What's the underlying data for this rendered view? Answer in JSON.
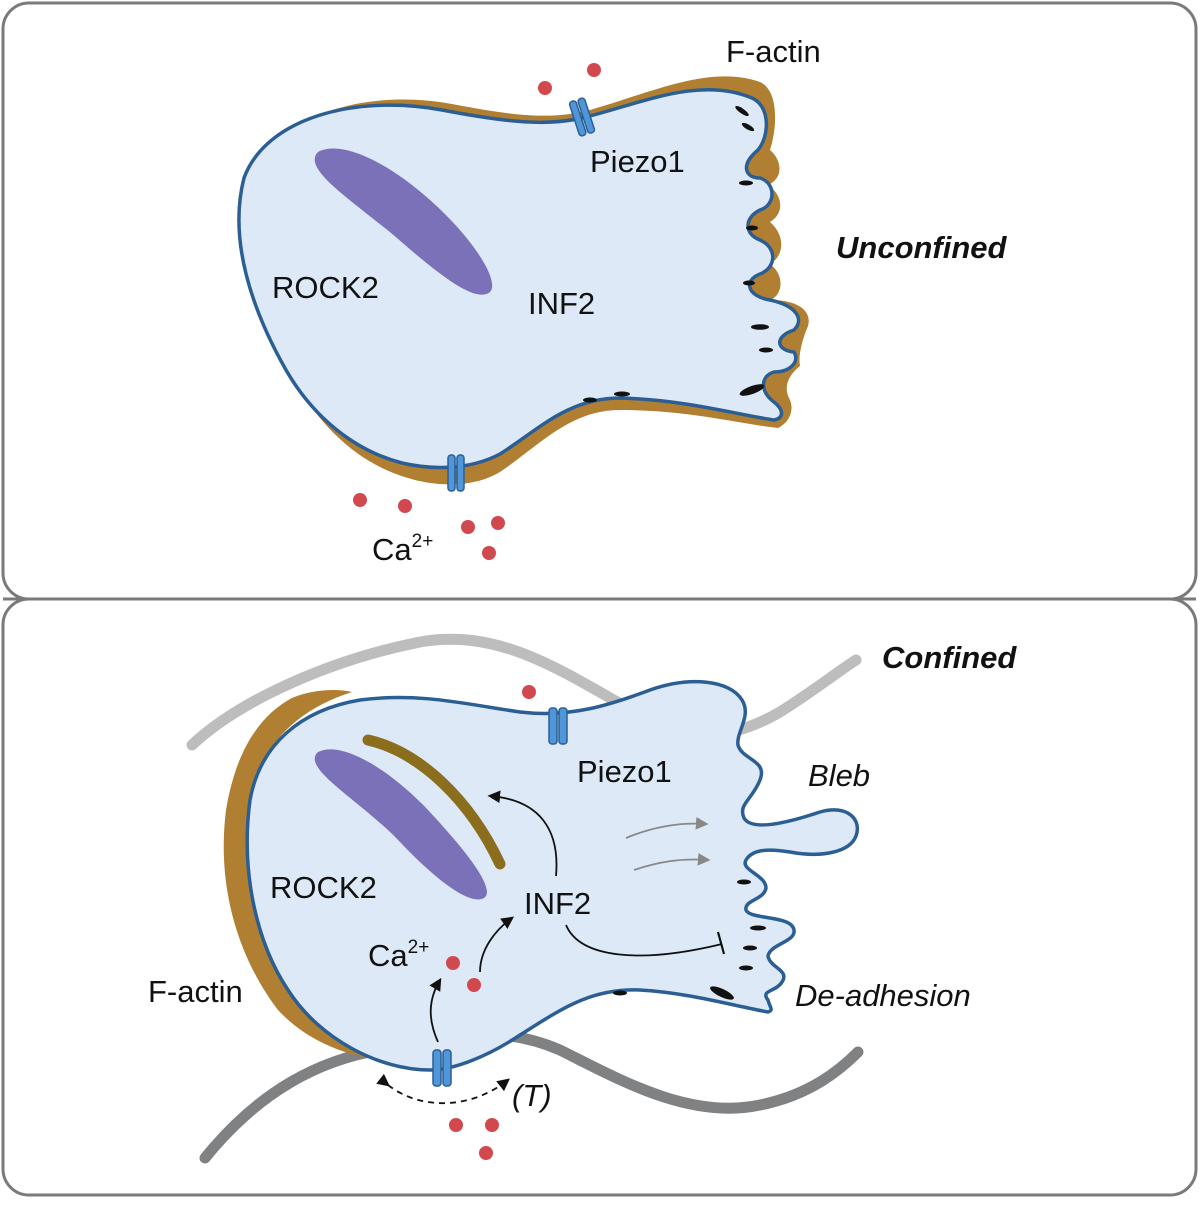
{
  "colors": {
    "cytoplasm": "#dde9f7",
    "membrane": "#2b5f94",
    "actin_cortex": "#b07f31",
    "nucleus": "#7b71b9",
    "actin_band": "#8a6d1d",
    "channel": "#4f97d8",
    "calcium": "#d2484f",
    "confinement_light": "#bdbdbd",
    "confinement_dark": "#7f8183",
    "panel_border": "#7a7a7a"
  },
  "icons": {
    "channel": "piezo1-channel-icon",
    "ion": "calcium-ion-icon",
    "adhesion": "focal-adhesion-icon"
  },
  "top": {
    "label_factin": "F-actin",
    "label_piezo1": "Piezo1",
    "label_rock2": "ROCK2",
    "label_inf2": "INF2",
    "label_condition": "Unconfined",
    "label_ca": "Ca",
    "label_ca_sup": "2+"
  },
  "bottom": {
    "label_condition": "Confined",
    "label_piezo1": "Piezo1",
    "label_bleb": "Bleb",
    "label_rock2": "ROCK2",
    "label_inf2": "INF2",
    "label_ca": "Ca",
    "label_ca_sup": "2+",
    "label_factin": "F-actin",
    "label_deadhesion": "De-adhesion",
    "label_tension": "(T)"
  }
}
